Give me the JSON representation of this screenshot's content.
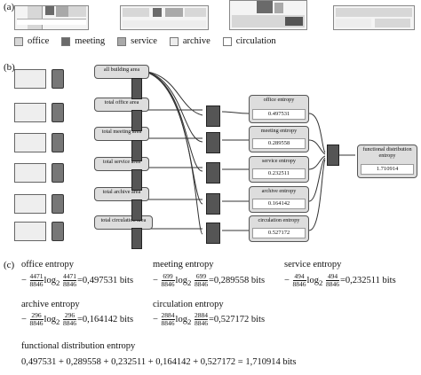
{
  "panels": {
    "a": "(a)",
    "b": "(b)",
    "c": "(c)"
  },
  "legend": [
    {
      "label": "office",
      "color": "#d7d7d7"
    },
    {
      "label": "meeting",
      "color": "#6a6a6a"
    },
    {
      "label": "service",
      "color": "#a9a9a9"
    },
    {
      "label": "archive",
      "color": "#ededed"
    },
    {
      "label": "circulation",
      "color": "#ffffff"
    }
  ],
  "graph": {
    "area_titles": [
      "all building area",
      "total office area",
      "total meeting area",
      "total service area",
      "total archive area",
      "total circulation area"
    ],
    "entropy_panels": [
      {
        "title": "office entropy",
        "value": "0.497531"
      },
      {
        "title": "meeting entropy",
        "value": "0.289558"
      },
      {
        "title": "service entropy",
        "value": "0.232511"
      },
      {
        "title": "archive entropy",
        "value": "0.164142"
      },
      {
        "title": "circulation entropy",
        "value": "0.527172"
      }
    ],
    "functional": {
      "title": "functional distribution entropy",
      "value": "1.710914"
    }
  },
  "equations": [
    {
      "name": "office entropy",
      "num": "4471",
      "den": "8846",
      "result": "=0,497531 bits"
    },
    {
      "name": "meeting entropy",
      "num": "699",
      "den": "8846",
      "result": "=0,289558 bits"
    },
    {
      "name": "service entropy",
      "num": "494",
      "den": "8846",
      "result": "=0,232511 bits"
    },
    {
      "name": "archive entropy",
      "num": "296",
      "den": "8846",
      "result": "=0,164142 bits"
    },
    {
      "name": "circulation entropy",
      "num": "2884",
      "den": "8846",
      "result": "=0,527172 bits"
    }
  ],
  "log_text": "log",
  "log_sub": "2",
  "minus": "−",
  "functional_heading": "functional distribution entropy",
  "functional_sum": "0,497531 + 0,289558 + 0,232511 + 0,164142 + 0,527172 = 1,710914 bits"
}
